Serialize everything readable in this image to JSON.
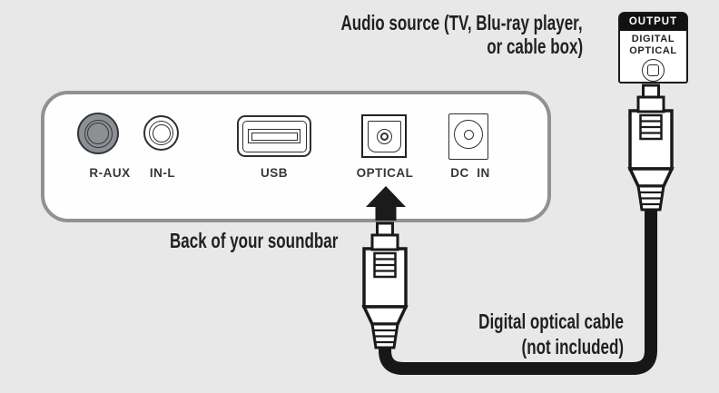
{
  "annotations": {
    "audio_source_line1": "Audio source (TV, Blu-ray player,",
    "audio_source_line2": "or cable box)",
    "soundbar_caption": "Back of your soundbar",
    "cable_caption_line1": "Digital optical cable",
    "cable_caption_line2": "(not included)"
  },
  "source_output": {
    "header": "OUTPUT",
    "label_line1": "DIGITAL",
    "label_line2": "OPTICAL"
  },
  "soundbar": {
    "ports": [
      {
        "id": "r-aux",
        "label": "R-AUX",
        "type": "rca-jack-gray"
      },
      {
        "id": "in-l",
        "label": "IN-L",
        "type": "rca-jack-white"
      },
      {
        "id": "usb",
        "label": "USB",
        "type": "usb-a"
      },
      {
        "id": "optical",
        "label": "OPTICAL",
        "type": "toslink"
      },
      {
        "id": "dc-in",
        "label": "DC  IN",
        "type": "barrel-power"
      }
    ]
  },
  "colors": {
    "background": "#e8e8e9",
    "ink": "#1a1a1a",
    "panel_border": "#8f9294",
    "jack_gray": "#8d9093",
    "text": "#231f20"
  }
}
